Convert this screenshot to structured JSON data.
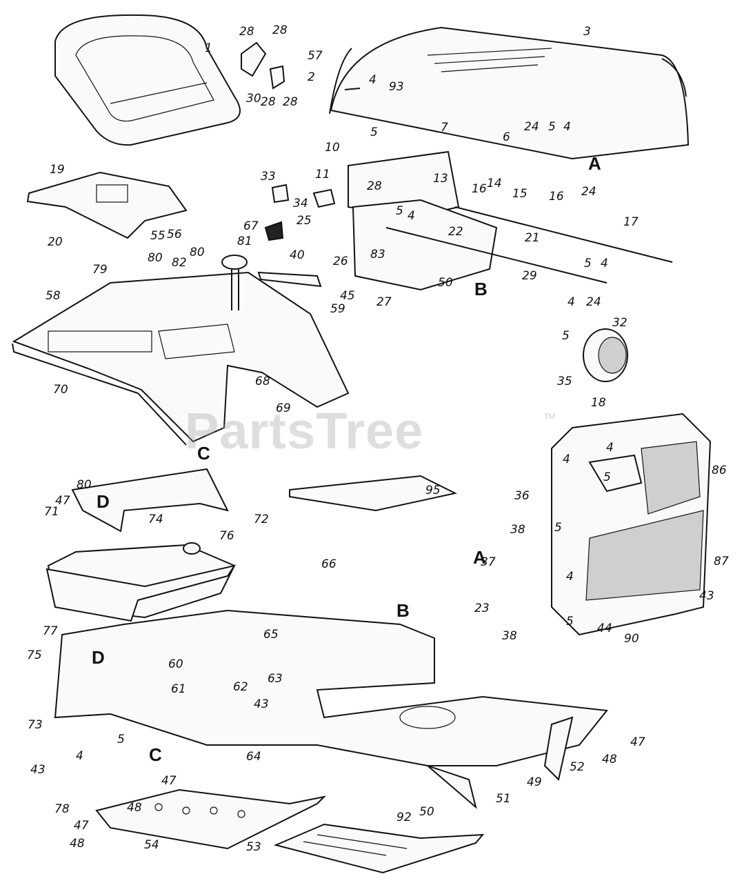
{
  "watermark": {
    "text": "PartsTree",
    "tm": "TM"
  },
  "parts": {
    "seat": "1",
    "hood": "3",
    "hood_edge": "57",
    "seat_bracket": "19",
    "fender": "58",
    "fender_edge": "70",
    "ignition_switch": "33",
    "choke_control": "67",
    "gas_cap": "81",
    "grille": "90",
    "headlight": "32",
    "battery_cover": "66",
    "fuel_tank": "76",
    "frame": "77",
    "footrest": "53",
    "footrest_pad": "92",
    "dash_panel": "23"
  },
  "labels": [
    "1",
    "2",
    "3",
    "4",
    "5",
    "6",
    "7",
    "10",
    "11",
    "13",
    "14",
    "15",
    "16",
    "17",
    "18",
    "19",
    "20",
    "21",
    "22",
    "23",
    "24",
    "25",
    "26",
    "27",
    "28",
    "29",
    "30",
    "32",
    "33",
    "34",
    "35",
    "36",
    "37",
    "38",
    "40",
    "43",
    "44",
    "45",
    "47",
    "48",
    "49",
    "50",
    "51",
    "52",
    "53",
    "54",
    "55",
    "56",
    "57",
    "58",
    "59",
    "60",
    "61",
    "62",
    "63",
    "64",
    "65",
    "66",
    "67",
    "68",
    "69",
    "70",
    "71",
    "72",
    "73",
    "74",
    "75",
    "76",
    "77",
    "78",
    "79",
    "80",
    "81",
    "82",
    "83",
    "86",
    "87",
    "90",
    "92",
    "93",
    "95"
  ],
  "reference_letters": [
    "A",
    "B",
    "C",
    "D"
  ]
}
